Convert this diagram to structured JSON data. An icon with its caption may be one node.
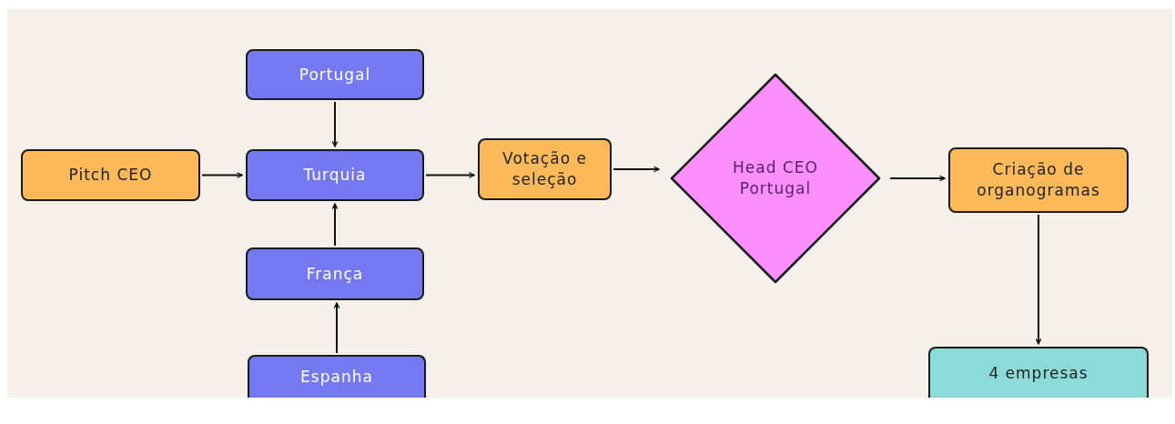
{
  "diagram": {
    "nodes": [
      {
        "text": [
          "Portugal"
        ]
      },
      {
        "text": [
          "Pitch CEO"
        ]
      },
      {
        "text": [
          "Turquia"
        ]
      },
      {
        "text": [
          "Votação e seleção"
        ]
      },
      {
        "text": [
          "Head CEO Portugal"
        ]
      },
      {
        "text": [
          "Criação de organogramas"
        ]
      },
      {
        "text": [
          "França"
        ]
      },
      {
        "text": [
          "4 empresas"
        ]
      },
      {
        "text": [
          "Espanha"
        ]
      }
    ],
    "edges": [
      {
        "from": 0,
        "to": 2,
        "arrow": "to"
      },
      {
        "from": 1,
        "to": 2,
        "arrow": "to"
      },
      {
        "from": 6,
        "to": 2,
        "arrow": "to"
      },
      {
        "from": 8,
        "to": 6,
        "arrow": "to"
      },
      {
        "from": 2,
        "to": 3,
        "arrow": "to"
      },
      {
        "from": 3,
        "to": 4,
        "arrow": "to"
      },
      {
        "from": 4,
        "to": 5,
        "arrow": "to"
      },
      {
        "from": 5,
        "to": 7,
        "arrow": "to"
      }
    ]
  }
}
